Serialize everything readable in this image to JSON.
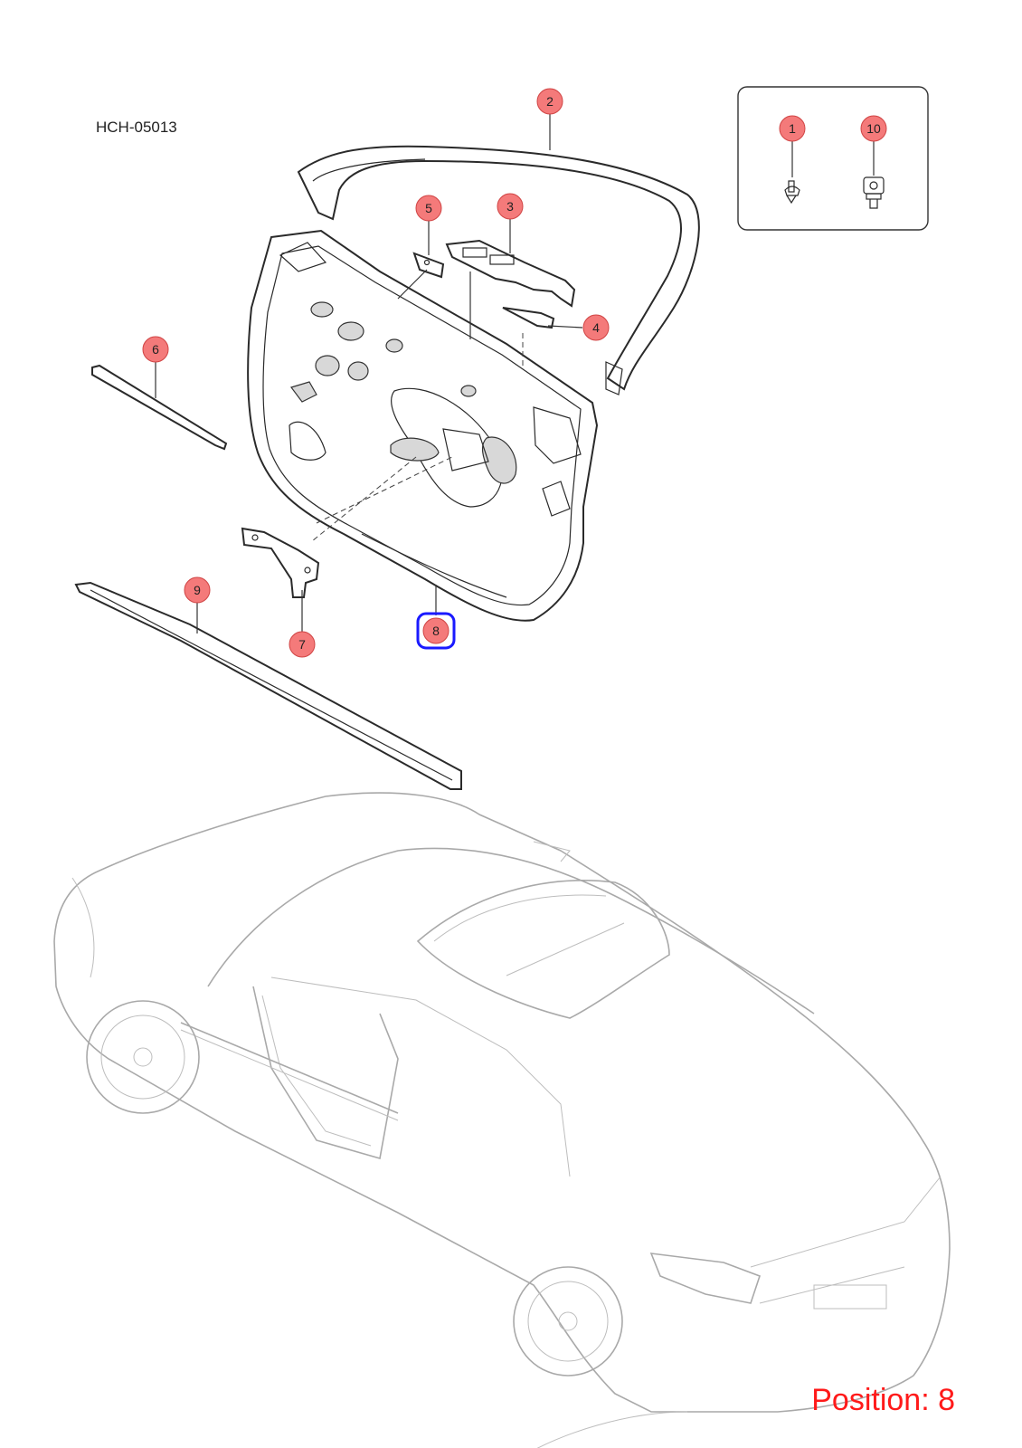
{
  "drawing_code": "HCH-05013",
  "position_label": "Position: 8",
  "highlight_color": "#1a1aff",
  "callout_color": "#f47a7a",
  "callouts": [
    {
      "id": "callout-1",
      "label": "1"
    },
    {
      "id": "callout-2",
      "label": "2"
    },
    {
      "id": "callout-3",
      "label": "3"
    },
    {
      "id": "callout-4",
      "label": "4"
    },
    {
      "id": "callout-5",
      "label": "5"
    },
    {
      "id": "callout-6",
      "label": "6"
    },
    {
      "id": "callout-7",
      "label": "7"
    },
    {
      "id": "callout-8",
      "label": "8",
      "selected": true
    },
    {
      "id": "callout-9",
      "label": "9"
    },
    {
      "id": "callout-10",
      "label": "10"
    }
  ]
}
